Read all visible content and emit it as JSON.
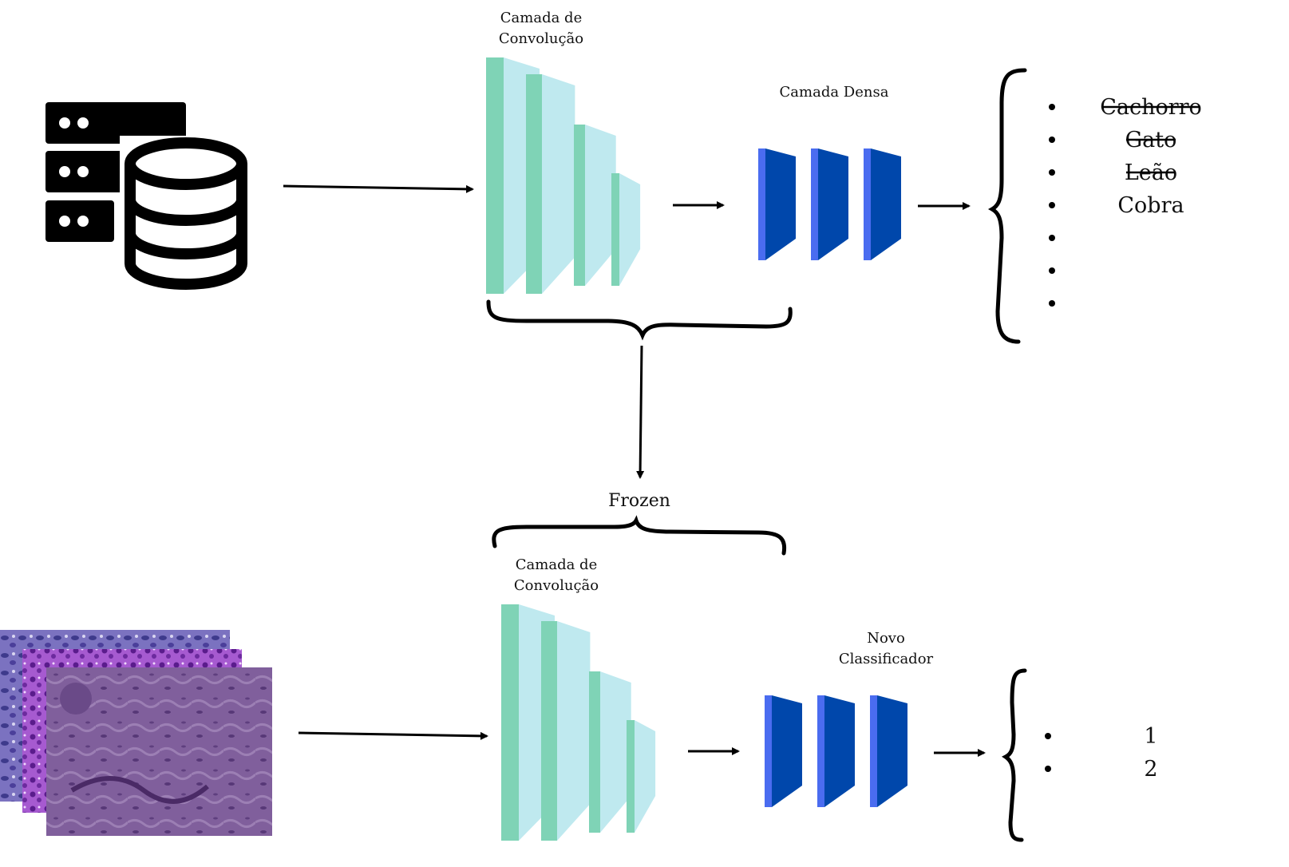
{
  "top": {
    "conv_label_line1": "Camada de",
    "conv_label_line2": "Convolução",
    "dense_label": "Camada Densa",
    "classes": [
      {
        "label": "Cachorro",
        "struck": true
      },
      {
        "label": "Gato",
        "struck": true
      },
      {
        "label": "Leão",
        "struck": true
      },
      {
        "label": "Cobra",
        "struck": false
      }
    ],
    "extra_bullets": 3
  },
  "frozen_label": "Frozen",
  "bottom": {
    "conv_label_line1": "Camada de",
    "conv_label_line2": "Convolução",
    "classifier_label_line1": "Novo",
    "classifier_label_line2": "Classificador",
    "classes": [
      "1",
      "2"
    ]
  },
  "icons": {
    "dataset": "server-database-icon",
    "histology": "histology-image-stack"
  },
  "colors": {
    "conv_front": "#7fd3b6",
    "conv_back": "#bfe9ef",
    "dense_front": "#0047ab",
    "dense_side": "#4a6cf0",
    "ink": "#000000",
    "histo_a": "#6d63b3",
    "histo_b": "#8a3fc0",
    "histo_c": "#86619f"
  }
}
